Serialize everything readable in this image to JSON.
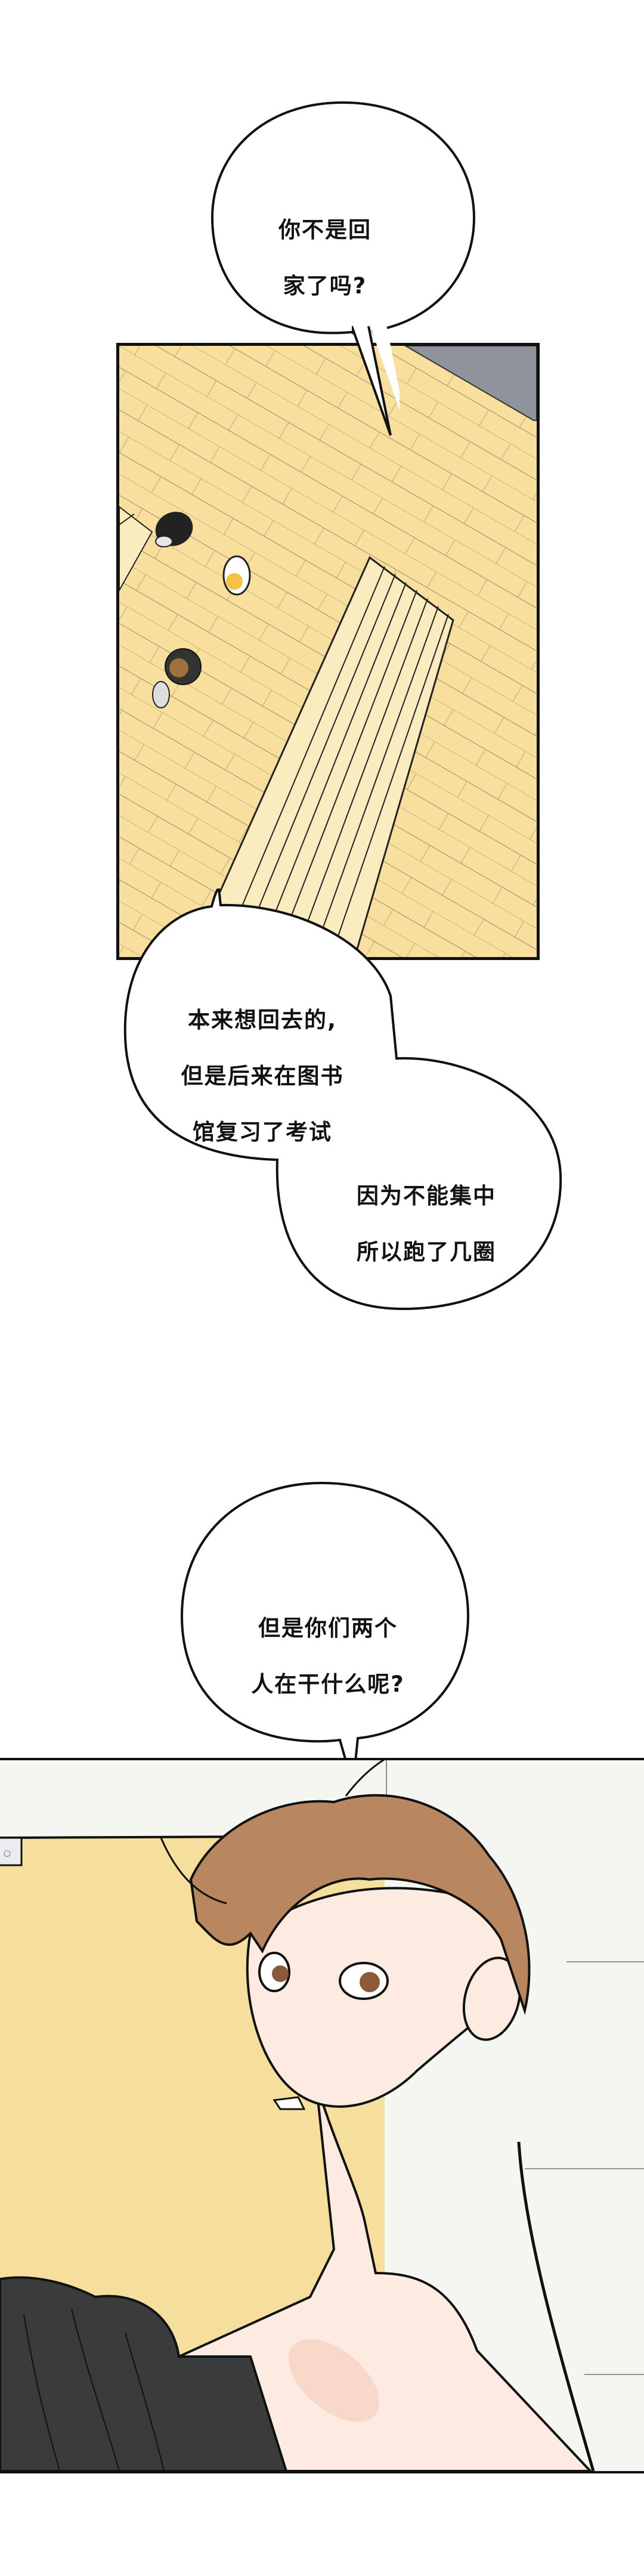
{
  "comic": {
    "bubbles": [
      {
        "id": "bubble-1",
        "line1": "你不是回",
        "line2": "家了吗?"
      },
      {
        "id": "bubble-2",
        "line1": "本来想回去的,",
        "line2": "但是后来在图书",
        "line3": "馆复习了考试"
      },
      {
        "id": "bubble-3",
        "line1": "因为不能集中",
        "line2": "所以跑了几圈"
      },
      {
        "id": "bubble-4",
        "line1": "但是你们两个",
        "line2": "人在干什么呢?"
      }
    ],
    "panels": [
      {
        "id": "panel-1",
        "scene": "overhead-view-wooden-floor",
        "floor_color": "#f8df9e",
        "gray_area_color": "#8e939c"
      },
      {
        "id": "panel-2",
        "scene": "closeup-brown-haired-man",
        "wall_color": "#f5f6f1",
        "yellow_wall_color": "#f6df9d",
        "hair_color": "#b8875f",
        "skin_color": "#fdebe1",
        "cloth_color": "#3a3b3d"
      }
    ],
    "switch_plate_symbol": "○"
  },
  "colors": {
    "ink": "#111111",
    "background": "#ffffff"
  }
}
